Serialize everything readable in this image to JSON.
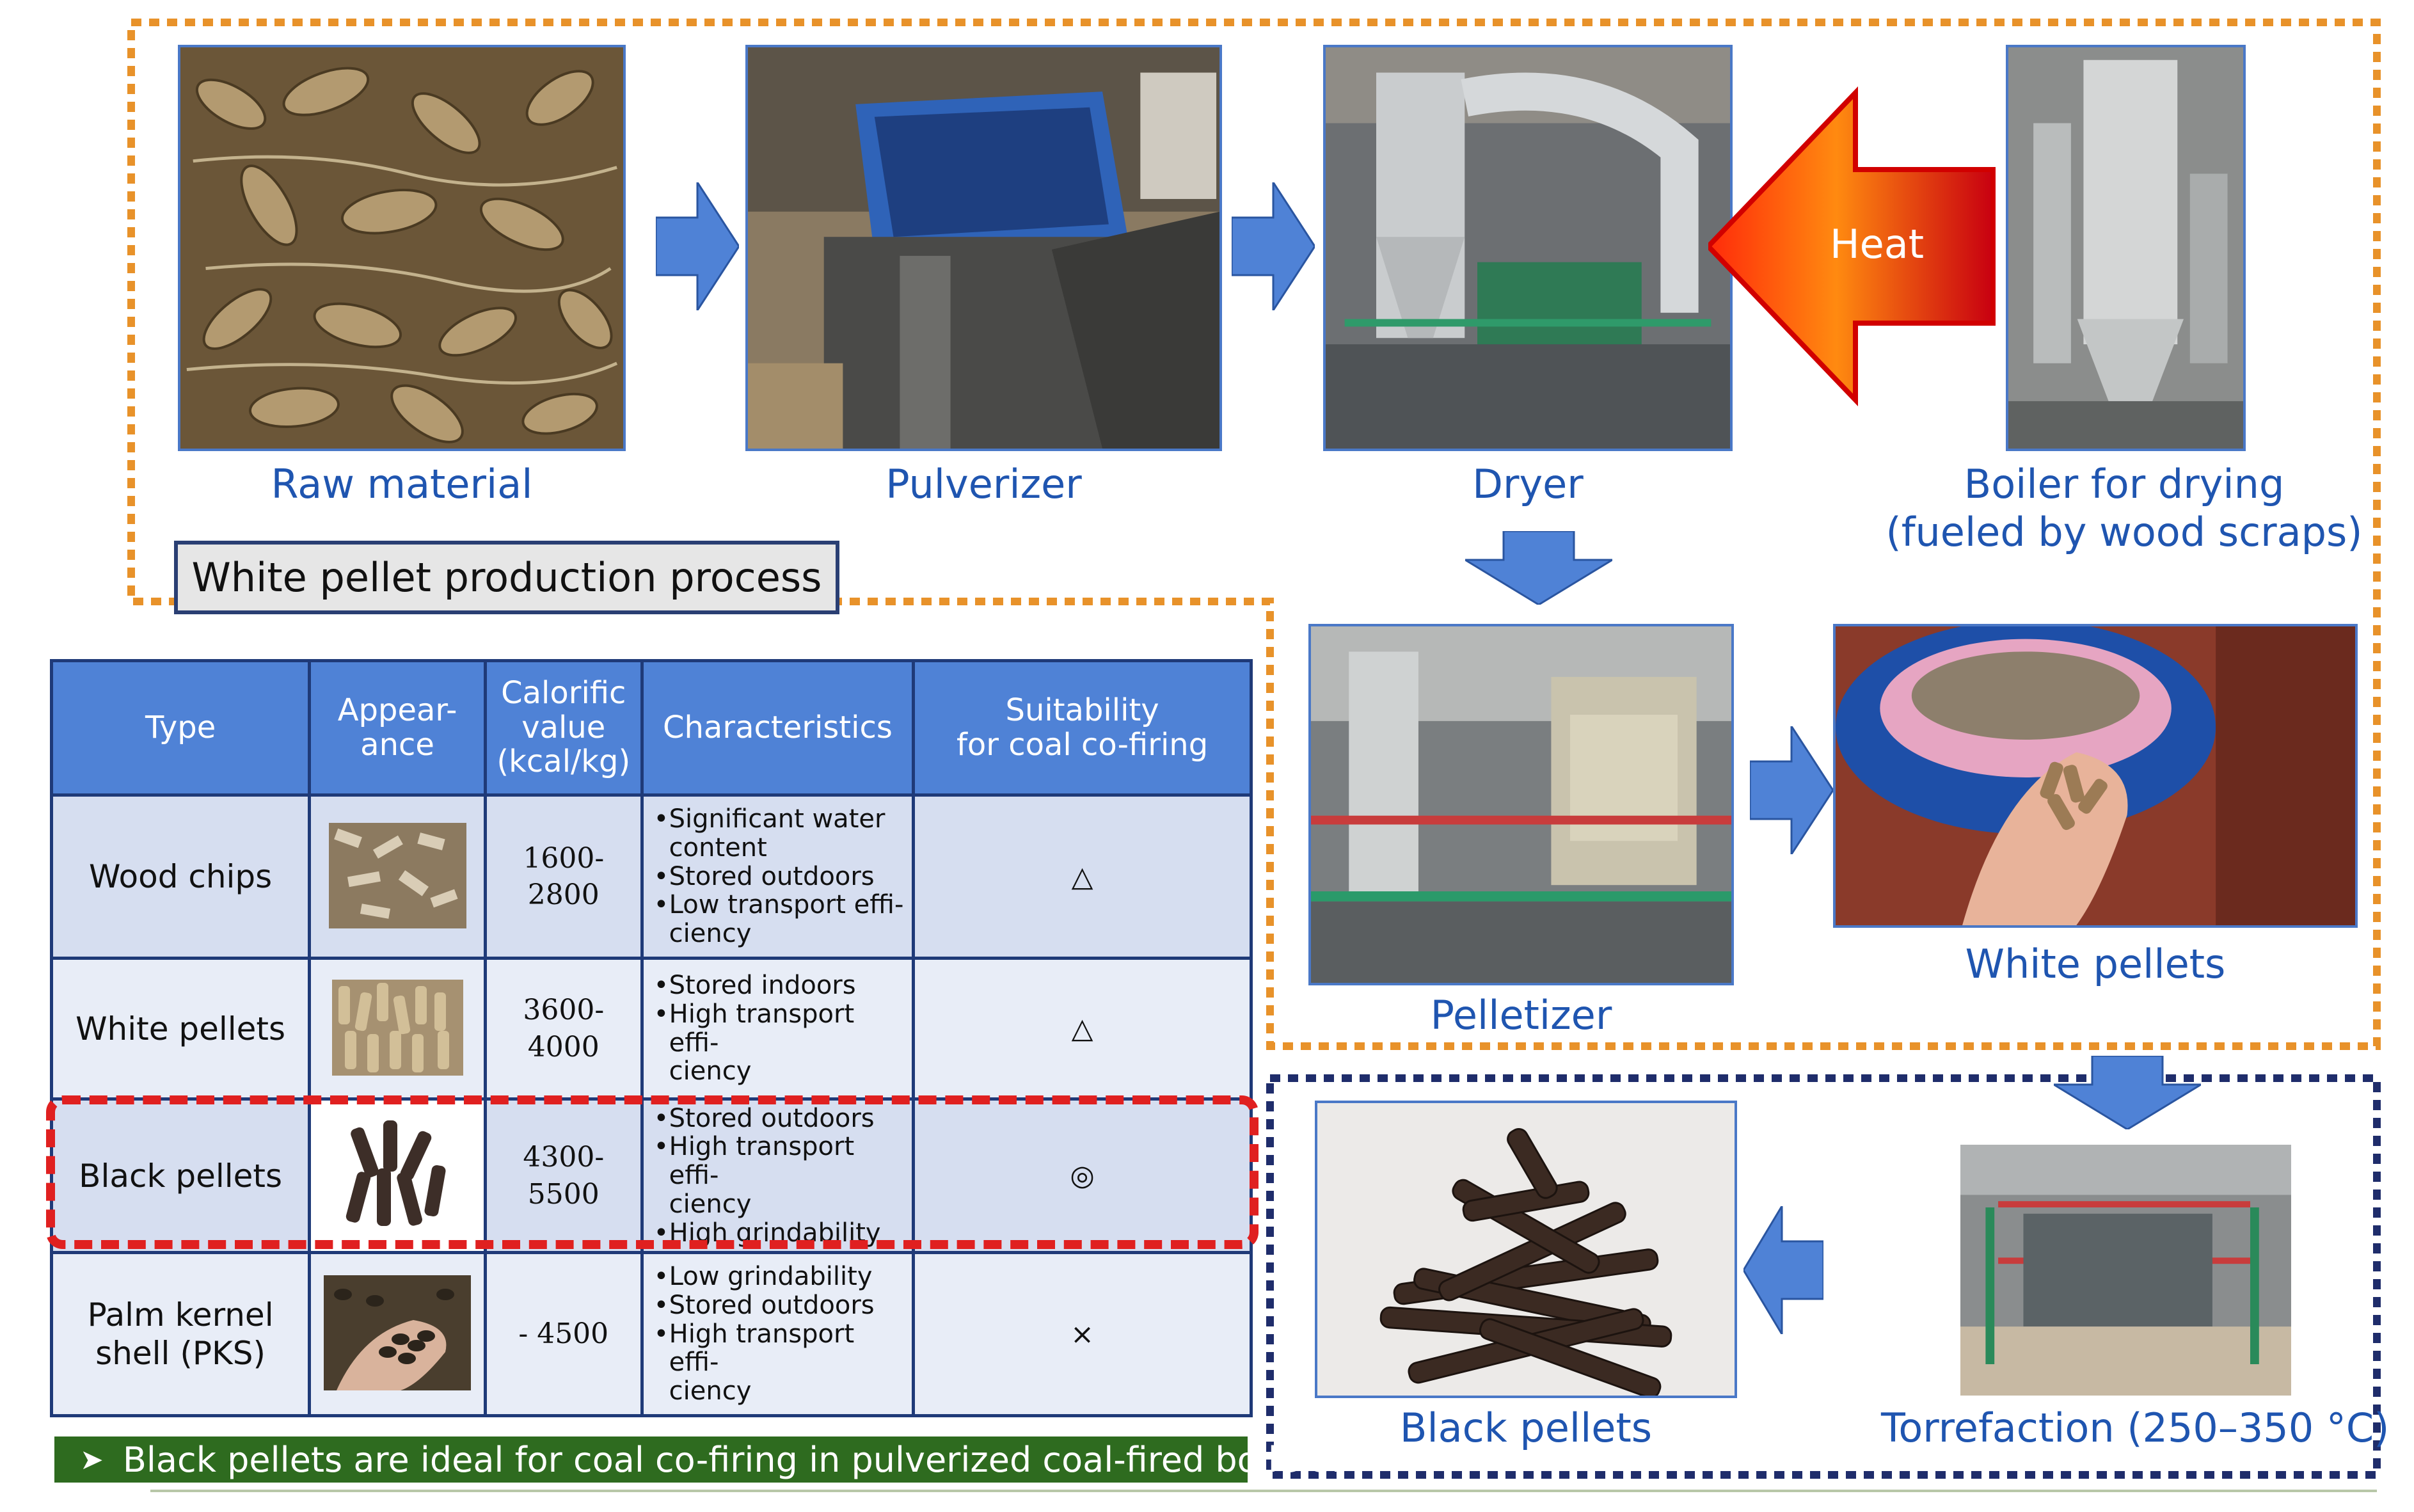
{
  "process": {
    "label": "White pellet production process",
    "steps": {
      "raw_material": "Raw material",
      "pulverizer": "Pulverizer",
      "dryer": "Dryer",
      "boiler_line1": "Boiler for drying",
      "boiler_line2": "(fueled by wood scraps)",
      "pelletizer": "Pelletizer",
      "white_pellets": "White pellets",
      "torrefaction": "Torrefaction (250–350 °C)",
      "black_pellets": "Black pellets"
    },
    "heat_label": "Heat"
  },
  "table": {
    "headers": {
      "type": "Type",
      "appearance_1": "Appear-",
      "appearance_2": "ance",
      "calorific_1": "Calorific",
      "calorific_2": "value",
      "calorific_3": "(kcal/kg)",
      "characteristics": "Characteristics",
      "suitability_1": "Suitability",
      "suitability_2": "for coal co-firing"
    },
    "rows": [
      {
        "type_1": "Wood chips",
        "type_2": "",
        "cal_1": "1600-",
        "cal_2": "2800",
        "chars": [
          "Significant water",
          "content",
          "Stored outdoors",
          "Low transport effi-",
          "ciency"
        ],
        "suit": "△"
      },
      {
        "type_1": "White pellets",
        "type_2": "",
        "cal_1": "3600-",
        "cal_2": "4000",
        "chars": [
          "Stored indoors",
          "High transport effi-",
          "ciency"
        ],
        "suit": "△"
      },
      {
        "type_1": "Black pellets",
        "type_2": "",
        "cal_1": "4300-",
        "cal_2": "5500",
        "chars": [
          "Stored outdoors",
          "High transport effi-",
          "ciency",
          "High grindability"
        ],
        "suit": "◎"
      },
      {
        "type_1": "Palm kernel",
        "type_2": "shell (PKS)",
        "cal_1": "- 4500",
        "cal_2": "",
        "chars": [
          "Low grindability",
          "Stored outdoors",
          "High transport effi-",
          "ciency"
        ],
        "suit": "×"
      }
    ]
  },
  "footer_note": "Black pellets are ideal for coal co-firing in pulverized coal-fired boilers.",
  "colors": {
    "orange_border": "#e8922a",
    "navy_border": "#1f2d6b",
    "caption_blue": "#1f55b0",
    "header_blue": "#4f82d6",
    "highlight_red": "#e02020",
    "note_green": "#2e6b1f"
  }
}
